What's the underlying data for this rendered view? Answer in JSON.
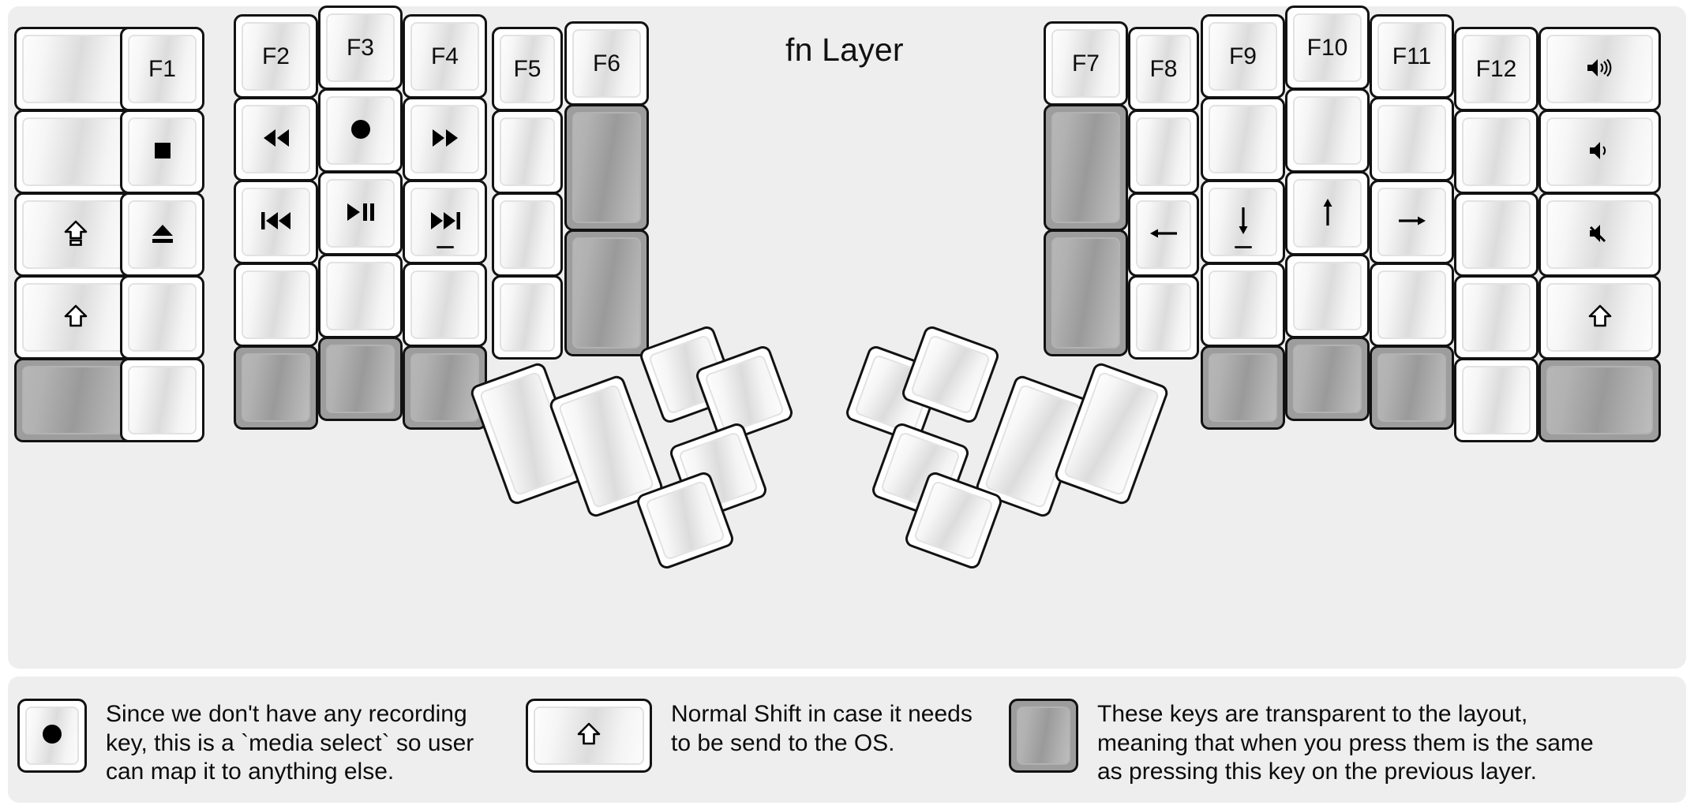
{
  "title": "fn Layer",
  "colors": {
    "background": "#eeeeee",
    "key_fill": "#ffffff",
    "key_border": "#121212",
    "transparent_key": "#9d9d9d",
    "text": "#0e0e0e"
  },
  "left_half": {
    "columns": [
      {
        "name": "pinky-outer",
        "keys": [
          {
            "name": "blank-1",
            "label": "",
            "icon": "",
            "transparent": false
          },
          {
            "name": "blank-2",
            "label": "",
            "icon": "",
            "transparent": false
          },
          {
            "name": "caps-lock",
            "label": "",
            "icon": "caps-lock-icon",
            "transparent": false
          },
          {
            "name": "shift",
            "label": "",
            "icon": "shift-icon",
            "transparent": false
          },
          {
            "name": "transparent-1",
            "label": "",
            "icon": "",
            "transparent": true
          }
        ]
      },
      {
        "name": "pinky",
        "keys": [
          {
            "name": "f1",
            "label": "F1",
            "icon": "",
            "transparent": false
          },
          {
            "name": "media-stop",
            "label": "",
            "icon": "stop-icon",
            "transparent": false
          },
          {
            "name": "media-eject",
            "label": "",
            "icon": "eject-icon",
            "transparent": false
          },
          {
            "name": "blank-3",
            "label": "",
            "icon": "",
            "transparent": false
          },
          {
            "name": "blank-4",
            "label": "",
            "icon": "",
            "transparent": false
          }
        ]
      },
      {
        "name": "ring",
        "keys": [
          {
            "name": "f2",
            "label": "F2",
            "icon": "",
            "transparent": false
          },
          {
            "name": "media-rewind",
            "label": "",
            "icon": "rewind-icon",
            "transparent": false
          },
          {
            "name": "media-previous",
            "label": "",
            "icon": "previous-track-icon",
            "transparent": false
          },
          {
            "name": "blank-5",
            "label": "",
            "icon": "",
            "transparent": false
          },
          {
            "name": "transparent-2",
            "label": "",
            "icon": "",
            "transparent": true
          }
        ]
      },
      {
        "name": "middle",
        "keys": [
          {
            "name": "f3",
            "label": "F3",
            "icon": "",
            "transparent": false
          },
          {
            "name": "media-record",
            "label": "",
            "icon": "record-icon",
            "transparent": false
          },
          {
            "name": "media-play-pause",
            "label": "",
            "icon": "play-pause-icon",
            "transparent": false
          },
          {
            "name": "blank-6",
            "label": "",
            "icon": "",
            "transparent": false
          },
          {
            "name": "transparent-3",
            "label": "",
            "icon": "",
            "transparent": true
          }
        ]
      },
      {
        "name": "index",
        "keys": [
          {
            "name": "f4",
            "label": "F4",
            "icon": "",
            "transparent": false
          },
          {
            "name": "media-fast-forward",
            "label": "",
            "icon": "fast-forward-icon",
            "transparent": false
          },
          {
            "name": "media-next",
            "label": "",
            "icon": "next-track-icon",
            "homing": true,
            "transparent": false
          },
          {
            "name": "blank-7",
            "label": "",
            "icon": "",
            "transparent": false
          },
          {
            "name": "transparent-4",
            "label": "",
            "icon": "",
            "transparent": true
          }
        ]
      },
      {
        "name": "inner",
        "keys": [
          {
            "name": "f5",
            "label": "F5",
            "icon": "",
            "transparent": false
          },
          {
            "name": "blank-8",
            "label": "",
            "icon": "",
            "transparent": false
          },
          {
            "name": "blank-9",
            "label": "",
            "icon": "",
            "transparent": false
          },
          {
            "name": "blank-10",
            "label": "",
            "icon": "",
            "transparent": false
          }
        ]
      },
      {
        "name": "inner-extra",
        "keys": [
          {
            "name": "f6",
            "label": "F6",
            "icon": "",
            "transparent": false
          },
          {
            "name": "transparent-5",
            "label": "",
            "icon": "",
            "transparent": true,
            "tall": true
          },
          {
            "name": "transparent-6",
            "label": "",
            "icon": "",
            "transparent": true,
            "tall": true
          }
        ]
      }
    ],
    "thumb_cluster": [
      {
        "name": "thumb-large-1",
        "label": "",
        "icon": "",
        "transparent": false
      },
      {
        "name": "thumb-large-2",
        "label": "",
        "icon": "",
        "transparent": false
      },
      {
        "name": "thumb-small-1",
        "label": "",
        "icon": "",
        "transparent": false
      },
      {
        "name": "thumb-small-2",
        "label": "",
        "icon": "",
        "transparent": false
      },
      {
        "name": "thumb-small-3",
        "label": "",
        "icon": "",
        "transparent": false
      },
      {
        "name": "thumb-small-4",
        "label": "",
        "icon": "",
        "transparent": false
      }
    ]
  },
  "right_half": {
    "columns": [
      {
        "name": "inner-extra",
        "keys": [
          {
            "name": "f7",
            "label": "F7",
            "icon": "",
            "transparent": false
          },
          {
            "name": "transparent-7",
            "label": "",
            "icon": "",
            "transparent": true,
            "tall": true
          },
          {
            "name": "transparent-8",
            "label": "",
            "icon": "",
            "transparent": true,
            "tall": true
          }
        ]
      },
      {
        "name": "inner",
        "keys": [
          {
            "name": "f8",
            "label": "F8",
            "icon": "",
            "transparent": false
          },
          {
            "name": "blank-11",
            "label": "",
            "icon": "",
            "transparent": false
          },
          {
            "name": "arrow-left",
            "label": "",
            "icon": "arrow-left-icon",
            "transparent": false
          },
          {
            "name": "blank-12",
            "label": "",
            "icon": "",
            "transparent": false
          }
        ]
      },
      {
        "name": "index",
        "keys": [
          {
            "name": "f9",
            "label": "F9",
            "icon": "",
            "transparent": false
          },
          {
            "name": "blank-13",
            "label": "",
            "icon": "",
            "transparent": false
          },
          {
            "name": "arrow-down",
            "label": "",
            "icon": "arrow-down-icon",
            "homing": true,
            "transparent": false
          },
          {
            "name": "blank-14",
            "label": "",
            "icon": "",
            "transparent": false
          },
          {
            "name": "transparent-9",
            "label": "",
            "icon": "",
            "transparent": true
          }
        ]
      },
      {
        "name": "middle",
        "keys": [
          {
            "name": "f10",
            "label": "F10",
            "icon": "",
            "transparent": false
          },
          {
            "name": "blank-15",
            "label": "",
            "icon": "",
            "transparent": false
          },
          {
            "name": "arrow-up",
            "label": "",
            "icon": "arrow-up-icon",
            "transparent": false
          },
          {
            "name": "blank-16",
            "label": "",
            "icon": "",
            "transparent": false
          },
          {
            "name": "transparent-10",
            "label": "",
            "icon": "",
            "transparent": true
          }
        ]
      },
      {
        "name": "ring",
        "keys": [
          {
            "name": "f11",
            "label": "F11",
            "icon": "",
            "transparent": false
          },
          {
            "name": "blank-17",
            "label": "",
            "icon": "",
            "transparent": false
          },
          {
            "name": "arrow-right",
            "label": "",
            "icon": "arrow-right-icon",
            "transparent": false
          },
          {
            "name": "blank-18",
            "label": "",
            "icon": "",
            "transparent": false
          },
          {
            "name": "transparent-11",
            "label": "",
            "icon": "",
            "transparent": true
          }
        ]
      },
      {
        "name": "pinky",
        "keys": [
          {
            "name": "f12",
            "label": "F12",
            "icon": "",
            "transparent": false
          },
          {
            "name": "blank-19",
            "label": "",
            "icon": "",
            "transparent": false
          },
          {
            "name": "blank-20",
            "label": "",
            "icon": "",
            "transparent": false
          },
          {
            "name": "blank-21",
            "label": "",
            "icon": "",
            "transparent": false
          },
          {
            "name": "blank-22",
            "label": "",
            "icon": "",
            "transparent": false
          }
        ]
      },
      {
        "name": "pinky-outer",
        "keys": [
          {
            "name": "volume-up",
            "label": "",
            "icon": "volume-up-icon",
            "transparent": false
          },
          {
            "name": "volume-down",
            "label": "",
            "icon": "volume-down-icon",
            "transparent": false
          },
          {
            "name": "volume-mute",
            "label": "",
            "icon": "volume-mute-icon",
            "transparent": false
          },
          {
            "name": "shift-right",
            "label": "",
            "icon": "shift-icon",
            "transparent": false
          },
          {
            "name": "transparent-12",
            "label": "",
            "icon": "",
            "transparent": true
          }
        ]
      }
    ],
    "thumb_cluster": [
      {
        "name": "thumb-large-3",
        "label": "",
        "icon": "",
        "transparent": false
      },
      {
        "name": "thumb-large-4",
        "label": "",
        "icon": "",
        "transparent": false
      },
      {
        "name": "thumb-small-5",
        "label": "",
        "icon": "",
        "transparent": false
      },
      {
        "name": "thumb-small-6",
        "label": "",
        "icon": "",
        "transparent": false
      },
      {
        "name": "thumb-small-7",
        "label": "",
        "icon": "",
        "transparent": false
      },
      {
        "name": "thumb-small-8",
        "label": "",
        "icon": "",
        "transparent": false
      }
    ]
  },
  "legend": [
    {
      "name": "legend-record",
      "icon": "record-icon",
      "transparent": false,
      "text": "Since we don't have any recording\nkey, this is a `media select` so user\ncan map it to anything else."
    },
    {
      "name": "legend-shift",
      "icon": "shift-icon",
      "transparent": false,
      "wide": true,
      "text": "Normal Shift in case it needs\nto be send to the OS."
    },
    {
      "name": "legend-transparent",
      "icon": "",
      "transparent": true,
      "text": "These keys are transparent to the layout,\nmeaning that when you press them is the same\nas pressing this key on the previous layer."
    }
  ]
}
